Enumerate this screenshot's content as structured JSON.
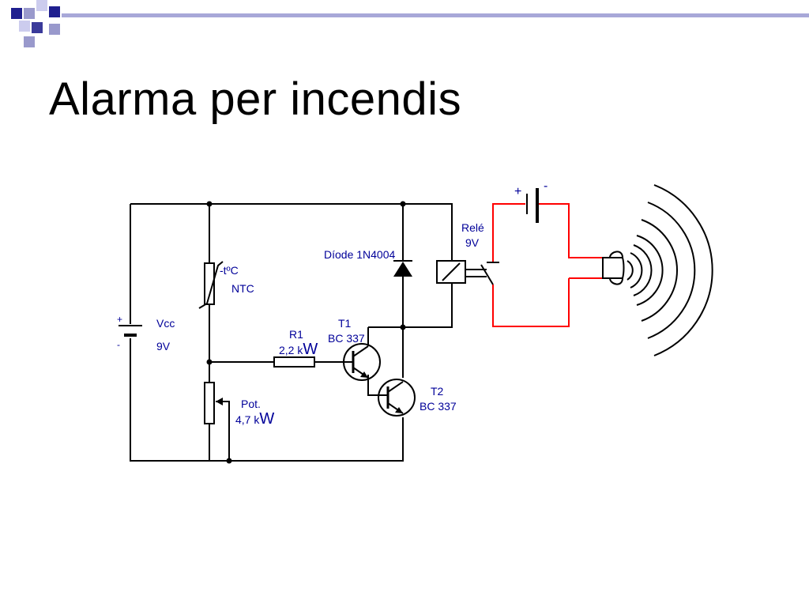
{
  "slide": {
    "title": "Alarma per incendis",
    "colors": {
      "decoration": "#1f1f8f",
      "decoration_light": "#9999cc",
      "bar": "#a8a8d8",
      "labels": "#000099",
      "wires": "#000000",
      "alarm_wires": "#ff0000"
    }
  },
  "diagram": {
    "battery": {
      "plus": "+",
      "minus": "-",
      "name": "Vcc",
      "value": "9V"
    },
    "ntc": {
      "symbol": "-tºC",
      "name": "NTC"
    },
    "r1": {
      "name": "R1",
      "value": "2,2 k",
      "unit": "W"
    },
    "pot": {
      "name": "Pot.",
      "value": "4,7 k",
      "unit": "W"
    },
    "diode": {
      "label": "Díode 1N4004"
    },
    "t1": {
      "name": "T1",
      "model": "BC 337"
    },
    "t2": {
      "name": "T2",
      "model": "BC 337"
    },
    "relay": {
      "name": "Relé",
      "value": "9V"
    },
    "alarm_battery": {
      "plus": "+",
      "minus": "-"
    },
    "alarm_output": {
      "icon": "bell-speaker-icon"
    }
  }
}
